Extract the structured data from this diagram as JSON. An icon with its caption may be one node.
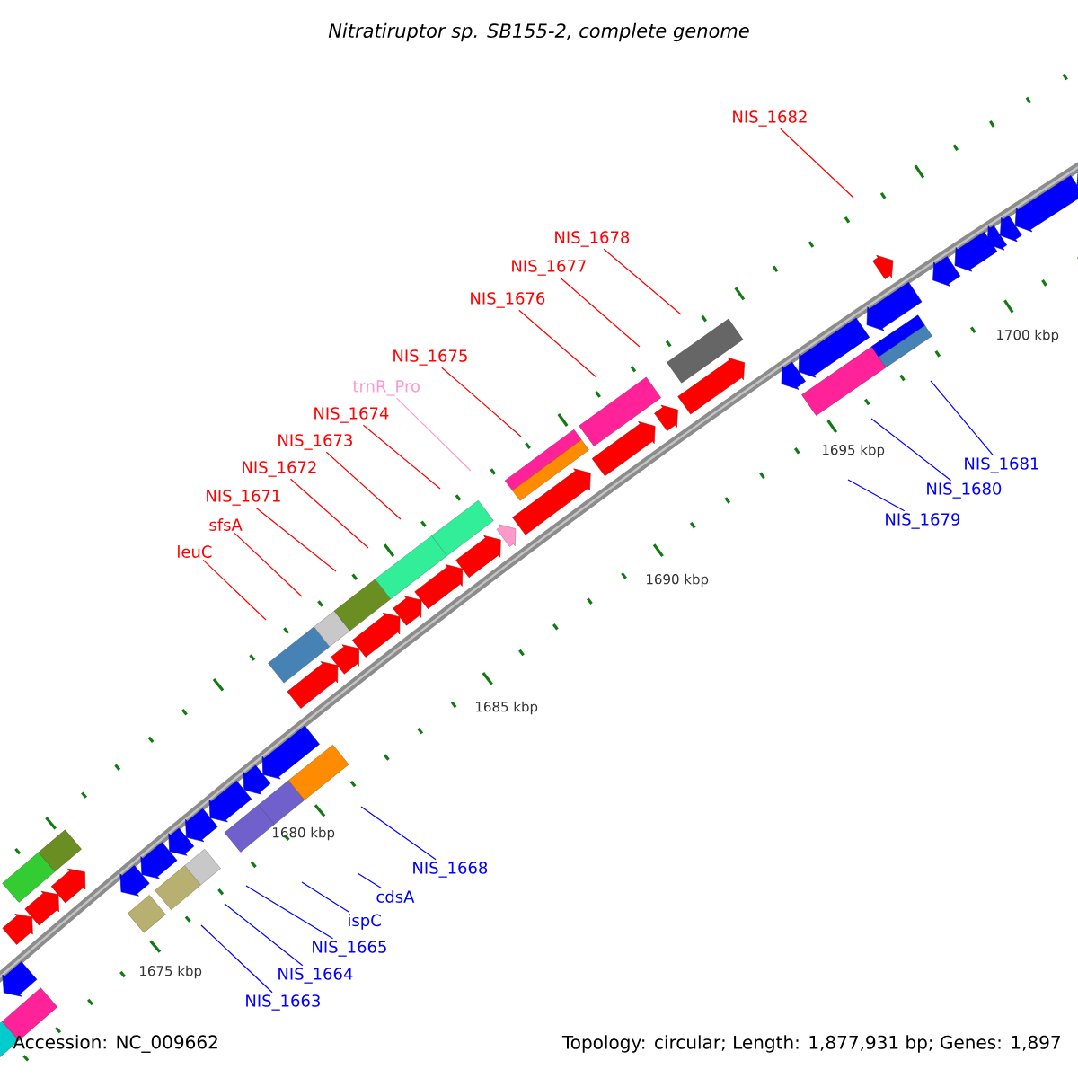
{
  "diagram": {
    "title": "Nitratiruptor sp. SB155-2, complete genome",
    "nodes": [
      {
        "text": [
          "NIS_1682"
        ]
      },
      {
        "text": [
          "NIS_1678"
        ]
      },
      {
        "text": [
          "NIS_1677"
        ]
      },
      {
        "text": [
          "NIS_1676"
        ]
      },
      {
        "text": [
          "NIS_1675"
        ]
      },
      {
        "text": [
          "trnR_Pro"
        ]
      },
      {
        "text": [
          "NIS_1674"
        ]
      },
      {
        "text": [
          "NIS_1673"
        ]
      },
      {
        "text": [
          "NIS_1672"
        ]
      },
      {
        "text": [
          "NIS_1671"
        ]
      },
      {
        "text": [
          "sfsA"
        ]
      },
      {
        "text": [
          "leuC"
        ]
      },
      {
        "text": [
          "NIS_1681"
        ]
      },
      {
        "text": [
          "NIS_1680"
        ]
      },
      {
        "text": [
          "NIS_1679"
        ]
      },
      {
        "text": [
          "NIS_1668"
        ]
      },
      {
        "text": [
          "cdsA"
        ]
      },
      {
        "text": [
          "ispC"
        ]
      },
      {
        "text": [
          "NIS_1665"
        ]
      },
      {
        "text": [
          "NIS_1664"
        ]
      },
      {
        "text": [
          "NIS_1663"
        ]
      }
    ],
    "edges": [
      {
        "from": 0,
        "to": null,
        "arrow": "none",
        "color": "#ff0000"
      },
      {
        "from": 1,
        "to": null,
        "arrow": "none",
        "color": "#ff0000"
      },
      {
        "from": 2,
        "to": null,
        "arrow": "none",
        "color": "#ff0000"
      },
      {
        "from": 3,
        "to": null,
        "arrow": "none",
        "color": "#ff0000"
      },
      {
        "from": 4,
        "to": null,
        "arrow": "none",
        "color": "#ff0000"
      },
      {
        "from": 5,
        "to": null,
        "arrow": "none",
        "color": "#ff99cc"
      },
      {
        "from": 6,
        "to": null,
        "arrow": "none",
        "color": "#ff0000"
      },
      {
        "from": 7,
        "to": null,
        "arrow": "none",
        "color": "#ff0000"
      },
      {
        "from": 8,
        "to": null,
        "arrow": "none",
        "color": "#ff0000"
      },
      {
        "from": 9,
        "to": null,
        "arrow": "none",
        "color": "#ff0000"
      },
      {
        "from": 10,
        "to": null,
        "arrow": "none",
        "color": "#ff0000"
      },
      {
        "from": 11,
        "to": null,
        "arrow": "none",
        "color": "#ff0000"
      },
      {
        "from": 12,
        "to": null,
        "arrow": "none",
        "color": "#0000ff"
      },
      {
        "from": 13,
        "to": null,
        "arrow": "none",
        "color": "#0000ff"
      },
      {
        "from": 14,
        "to": null,
        "arrow": "none",
        "color": "#0000ff"
      },
      {
        "from": 15,
        "to": null,
        "arrow": "none",
        "color": "#0000ff"
      },
      {
        "from": 16,
        "to": null,
        "arrow": "none",
        "color": "#0000ff"
      },
      {
        "from": 17,
        "to": null,
        "arrow": "none",
        "color": "#0000ff"
      },
      {
        "from": 18,
        "to": null,
        "arrow": "none",
        "color": "#0000ff"
      },
      {
        "from": 19,
        "to": null,
        "arrow": "none",
        "color": "#0000ff"
      },
      {
        "from": 20,
        "to": null,
        "arrow": "none",
        "color": "#0000ff"
      }
    ],
    "labels": [
      "1700 kbp",
      "1695 kbp",
      "1690 kbp",
      "1685 kbp",
      "1680 kbp",
      "1675 kbp",
      "Accession: NC_009662",
      "Topology: circular; Length: 1,877,931 bp; Genes: 1,897"
    ]
  }
}
